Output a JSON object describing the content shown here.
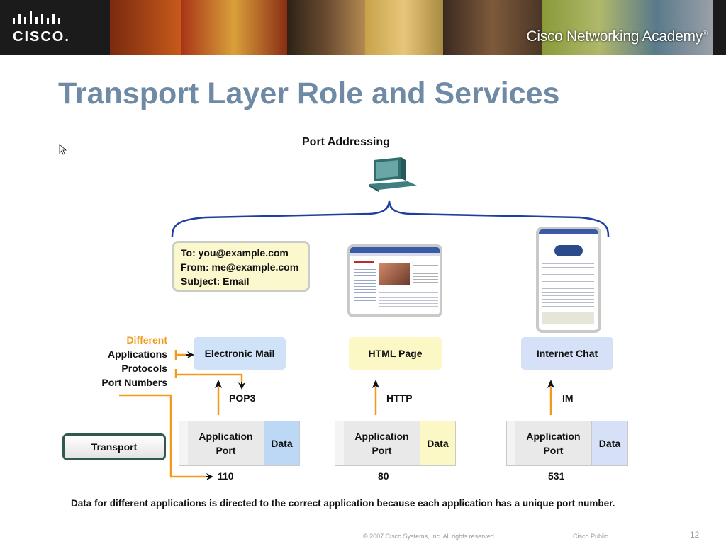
{
  "header": {
    "logo_text": "CISCO.",
    "academy_text": "Cisco Networking Academy",
    "academy_mark": "®"
  },
  "slide": {
    "title": "Transport Layer Role and Services",
    "diagram_title": "Port Addressing",
    "caption": "Data for different applications is directed to the correct application because each application has a unique port number.",
    "copyright": "© 2007 Cisco Systems, Inc. All rights reserved.",
    "classification": "Cisco Public",
    "page_number": "12"
  },
  "email": {
    "to": "To: you@example.com",
    "from": "From: me@example.com",
    "subject": "Subject: Email"
  },
  "left_labels": {
    "different": "Different",
    "applications": "Applications",
    "protocols": "Protocols",
    "port_numbers": "Port Numbers"
  },
  "applications": [
    {
      "name": "Electronic Mail",
      "protocol": "POP3",
      "port": "110",
      "color": "#cfe2f7",
      "data_color": "#bcd8f4"
    },
    {
      "name": "HTML Page",
      "protocol": "HTTP",
      "port": "80",
      "color": "#fbf8c6",
      "data_color": "#fbf8c6"
    },
    {
      "name": "Internet Chat",
      "protocol": "IM",
      "port": "531",
      "color": "#d6e1f7",
      "data_color": "#d6e1f7"
    }
  ],
  "segment": {
    "app_port_line1": "Application",
    "app_port_line2": "Port",
    "data_label": "Data"
  },
  "transport_label": "Transport",
  "colors": {
    "title": "#6e8aa4",
    "brace": "#1f3f9f",
    "orange": "#f29a1e",
    "different_text": "#f29a1e"
  }
}
